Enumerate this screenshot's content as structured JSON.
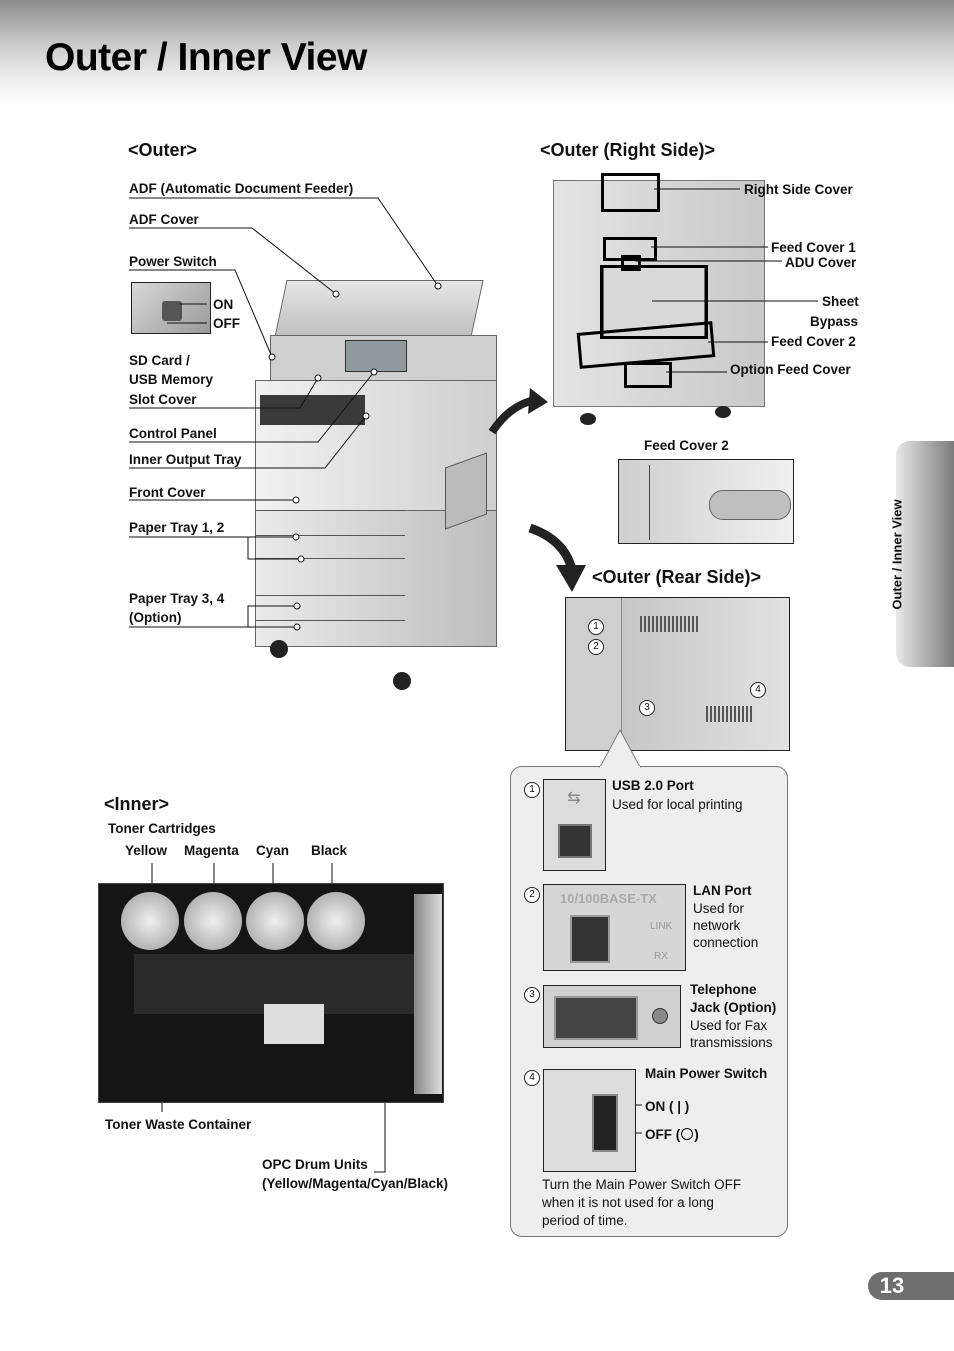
{
  "title": "Outer / Inner View",
  "sections": {
    "outer": "<Outer>",
    "outer_right": "<Outer (Right Side)>",
    "outer_rear": "<Outer (Rear Side)>",
    "inner": "<Inner>"
  },
  "outer_labels": {
    "adf": "ADF (Automatic Document Feeder)",
    "adf_cover": "ADF Cover",
    "power_switch": "Power Switch",
    "on": "ON",
    "off": "OFF",
    "sd_card_1": "SD Card /",
    "sd_card_2": "USB Memory",
    "sd_card_3": "Slot Cover",
    "control_panel": "Control Panel",
    "inner_output_tray": "Inner Output Tray",
    "front_cover": "Front Cover",
    "paper_tray_12": "Paper Tray 1, 2",
    "paper_tray_34_1": "Paper Tray 3, 4",
    "paper_tray_34_2": "(Option)"
  },
  "right_labels": {
    "right_side_cover": "Right Side Cover",
    "feed_cover_1": "Feed Cover 1",
    "adu_cover": "ADU Cover",
    "sheet": "Sheet",
    "bypass": "Bypass",
    "feed_cover_2": "Feed Cover 2",
    "option_feed_cover": "Option Feed Cover",
    "feed_cover_2_detail": "Feed Cover 2"
  },
  "inner_labels": {
    "toner_cartridges": "Toner Cartridges",
    "yellow": "Yellow",
    "magenta": "Magenta",
    "cyan": "Cyan",
    "black": "Black",
    "toner_waste": "Toner Waste Container",
    "opc_1": "OPC Drum Units",
    "opc_2": "(Yellow/Magenta/Cyan/Black)"
  },
  "ports": [
    {
      "num": "1",
      "name": "USB 2.0 Port",
      "desc": "Used for local printing"
    },
    {
      "num": "2",
      "name": "LAN Port",
      "desc_lines": [
        "Used for",
        "network",
        "connection"
      ],
      "photo_text": "10/100BASE-TX",
      "link": "LINK",
      "rx": "RX"
    },
    {
      "num": "3",
      "name_lines": [
        "Telephone",
        "Jack (Option)"
      ],
      "desc_lines": [
        "Used for Fax",
        "transmissions"
      ]
    },
    {
      "num": "4",
      "name": "Main Power Switch",
      "on": "ON ( | )",
      "off": "OFF (",
      "off_end": ")"
    }
  ],
  "power_note": [
    "Turn the Main Power Switch OFF",
    "when it is not used for a long",
    "period of time."
  ],
  "rear_markers": [
    "1",
    "2",
    "3",
    "4"
  ],
  "side_tab": "Outer / Inner View",
  "page_number": "13",
  "colors": {
    "header_dark": "#8c8c8c",
    "tab_dark": "#7c7c7c",
    "panel_bg": "#eeeeee",
    "page_box": "#6e6e6e"
  },
  "icons": [
    "usb-icon",
    "curved-arrow-icon",
    "power-off-circle-icon"
  ]
}
